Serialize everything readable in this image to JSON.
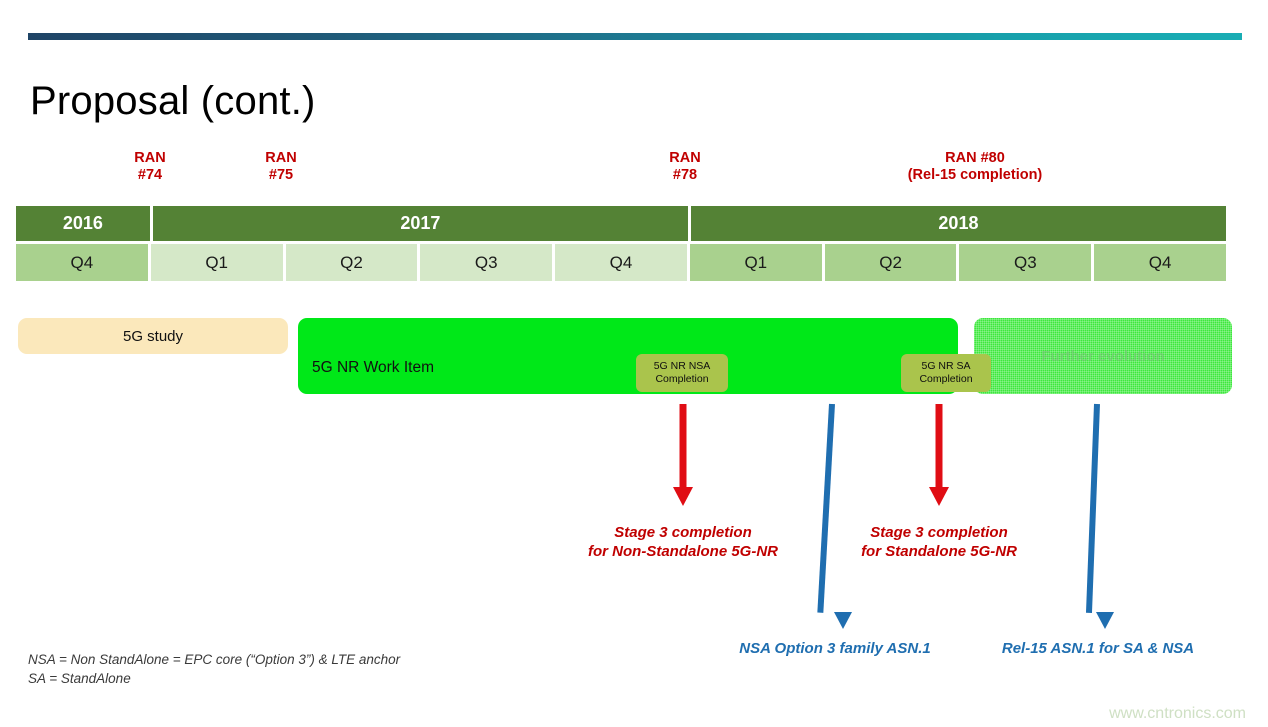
{
  "slide": {
    "title": "Proposal (cont.)",
    "watermark": "www.cntronics.com"
  },
  "colors": {
    "accent_rule_left": "#1f4466",
    "accent_rule_right": "#19adb4",
    "year_band": "#548235",
    "quarter_2016": "#a9d18e",
    "quarter_2017": "#d5e8c8",
    "quarter_2018": "#a9d18e",
    "study_bar": "#fbe8bb",
    "work_item_bar": "#00e818",
    "future_bar": "#3ce83c",
    "milestone_chip": "#aac44c",
    "red_annotation": "#c00000",
    "blue_annotation": "#1f6eb0"
  },
  "ran_markers": [
    {
      "id": "ran74",
      "line1": "RAN",
      "line2": "#74"
    },
    {
      "id": "ran75",
      "line1": "RAN",
      "line2": "#75"
    },
    {
      "id": "ran78",
      "line1": "RAN",
      "line2": "#78"
    },
    {
      "id": "ran80",
      "line1": "RAN #80",
      "line2": "(Rel-15 completion)"
    }
  ],
  "timeline": {
    "years": [
      {
        "label": "2016",
        "quarters": 1
      },
      {
        "label": "2017",
        "quarters": 4
      },
      {
        "label": "2018",
        "quarters": 4
      }
    ],
    "quarters": [
      {
        "label": "Q4",
        "year": "2016"
      },
      {
        "label": "Q1",
        "year": "2017"
      },
      {
        "label": "Q2",
        "year": "2017"
      },
      {
        "label": "Q3",
        "year": "2017"
      },
      {
        "label": "Q4",
        "year": "2017"
      },
      {
        "label": "Q1",
        "year": "2018"
      },
      {
        "label": "Q2",
        "year": "2018"
      },
      {
        "label": "Q3",
        "year": "2018"
      },
      {
        "label": "Q4",
        "year": "2018"
      }
    ]
  },
  "bars": {
    "study": "5G study",
    "work_item": "5G NR Work Item",
    "future": "Further evolution"
  },
  "milestones": [
    {
      "id": "nsa",
      "line1": "5G NR NSA",
      "line2": "Completion"
    },
    {
      "id": "sa",
      "line1": "5G NR SA",
      "line2": "Completion"
    }
  ],
  "annotations": {
    "red": [
      {
        "id": "stage3-nsa",
        "line1": "Stage 3 completion",
        "line2": "for Non-Standalone 5G-NR"
      },
      {
        "id": "stage3-sa",
        "line1": "Stage 3 completion",
        "line2": "for Standalone 5G-NR"
      }
    ],
    "blue": [
      {
        "id": "nsa-asn1",
        "text": "NSA Option 3  family ASN.1"
      },
      {
        "id": "rel15-asn1",
        "text": "Rel-15 ASN.1 for SA & NSA"
      }
    ]
  },
  "footnote": {
    "line1": "NSA = Non StandAlone = EPC core (“Option 3”) & LTE anchor",
    "line2": "SA = StandAlone"
  }
}
